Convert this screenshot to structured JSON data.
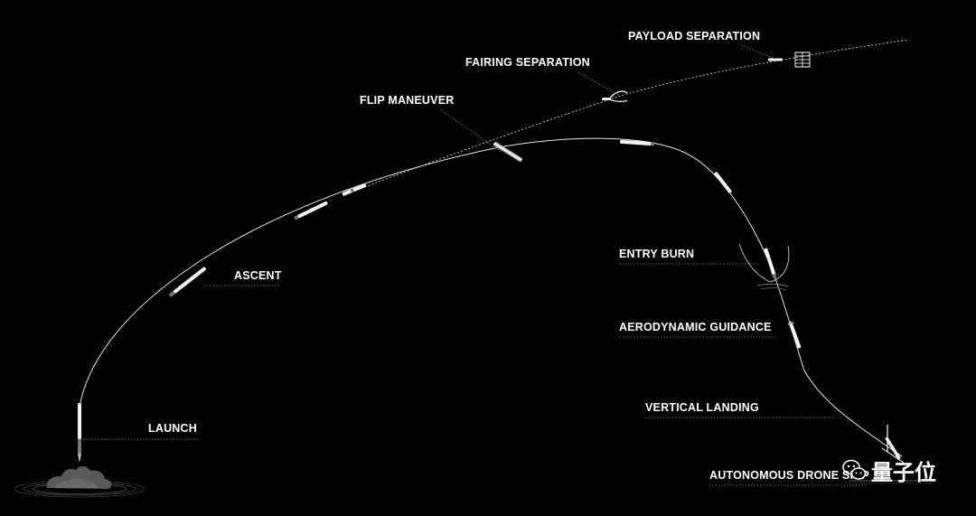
{
  "phases": {
    "launch": "LAUNCH",
    "ascent": "ASCENT",
    "flip_maneuver": "FLIP MANEUVER",
    "fairing_separation": "FAIRING SEPARATION",
    "payload_separation": "PAYLOAD SEPARATION",
    "entry_burn": "ENTRY BURN",
    "aerodynamic_guidance": "AERODYNAMIC GUIDANCE",
    "vertical_landing": "VERTICAL LANDING",
    "drone_ship": "AUTONOMOUS DRONE SHIP"
  },
  "watermark": {
    "text": "量子位",
    "icon": "wechat-icon"
  },
  "colors": {
    "background": "#000000",
    "trajectory": "#e8e8e8",
    "text": "#ffffff"
  }
}
